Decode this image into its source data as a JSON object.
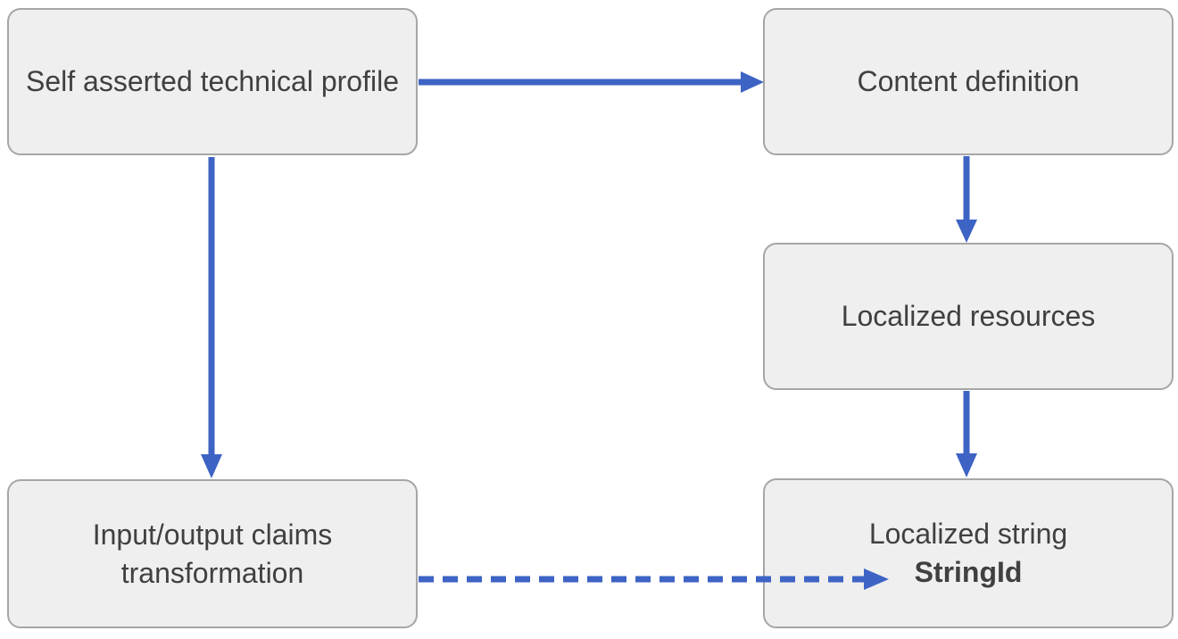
{
  "diagram": {
    "nodes": [
      {
        "id": "self-asserted-technical-profile",
        "label": "Self asserted technical profile"
      },
      {
        "id": "content-definition",
        "label": "Content definition"
      },
      {
        "id": "localized-resources",
        "label": "Localized resources"
      },
      {
        "id": "localized-string",
        "label": "Localized string",
        "bold_label": "StringId"
      },
      {
        "id": "input-output-claims-transformation",
        "label": "Input/output claims transformation"
      }
    ],
    "edges": [
      {
        "from": "self-asserted-technical-profile",
        "to": "content-definition",
        "style": "solid"
      },
      {
        "from": "content-definition",
        "to": "localized-resources",
        "style": "solid"
      },
      {
        "from": "localized-resources",
        "to": "localized-string",
        "style": "solid"
      },
      {
        "from": "self-asserted-technical-profile",
        "to": "input-output-claims-transformation",
        "style": "solid"
      },
      {
        "from": "input-output-claims-transformation",
        "to": "localized-string",
        "style": "dashed"
      }
    ],
    "colors": {
      "arrow": "#3D63C4",
      "box_fill": "#EFEFEF",
      "box_border": "#A6A6A6",
      "text": "#404040",
      "background": "#FFFFFF"
    }
  }
}
